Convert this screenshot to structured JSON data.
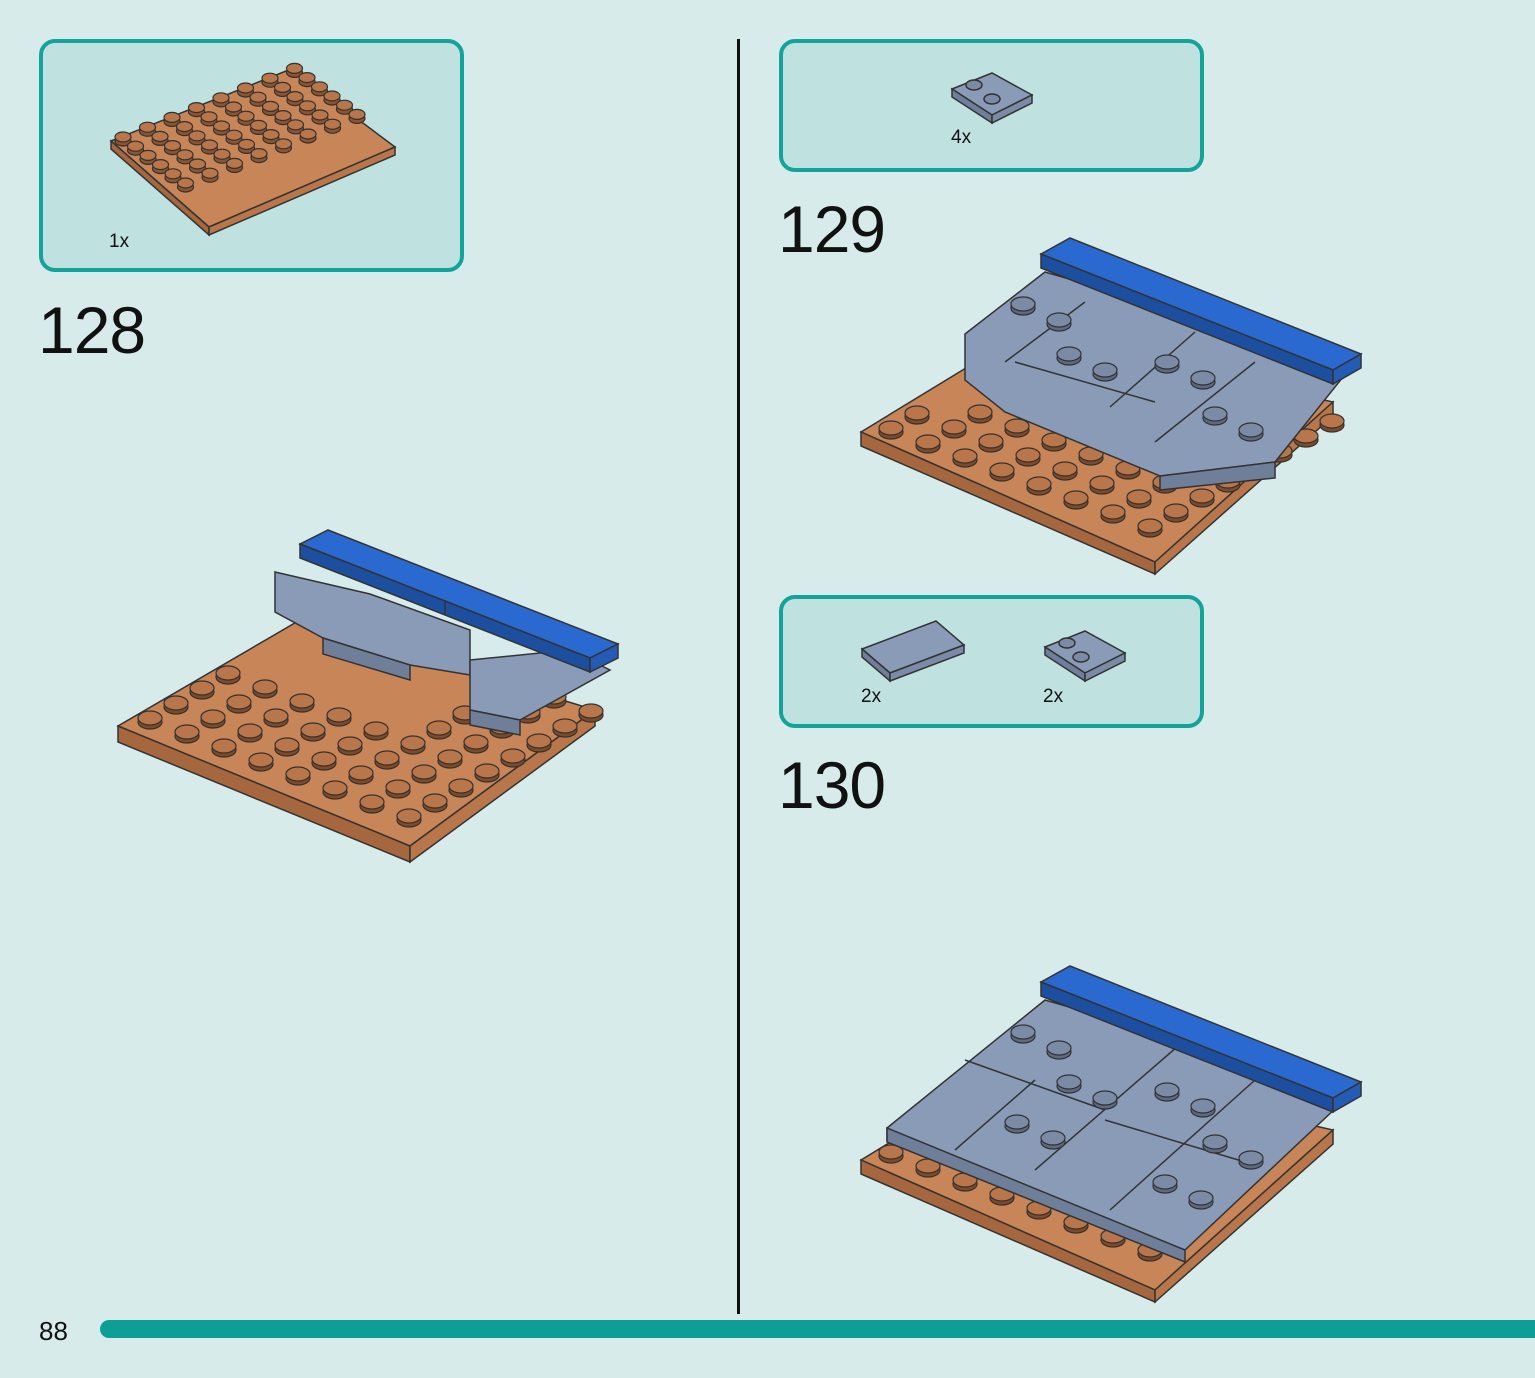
{
  "page_number": "88",
  "steps": [
    {
      "number": "128",
      "parts": [
        {
          "qty": "1x",
          "part": "brown-plate-icon"
        }
      ]
    },
    {
      "number": "129",
      "parts": [
        {
          "qty": "4x",
          "part": "grey-plate-2x2-icon"
        }
      ]
    },
    {
      "number": "130",
      "parts": [
        {
          "qty": "2x",
          "part": "grey-tile-icon"
        },
        {
          "qty": "2x",
          "part": "grey-plate-2x2-icon"
        }
      ]
    }
  ],
  "colors": {
    "background": "#d7ecea",
    "callout_border": "#14a39a",
    "callout_fill": "#bfe2e0",
    "brown": "#b8764a",
    "grey": "#8a9bb8",
    "blue": "#2a6ad0",
    "accent_bar": "#0d9e95"
  }
}
